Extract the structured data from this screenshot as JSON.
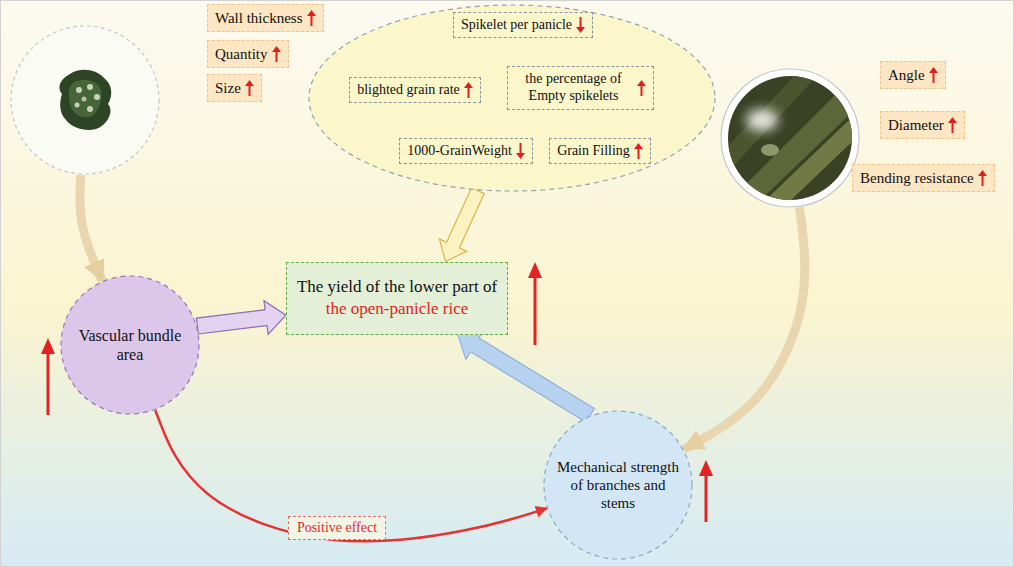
{
  "diagram": {
    "nodes": [
      {
        "text": []
      },
      {
        "text": [
          "Spikelet per panicle"
        ],
        "in": 0
      },
      {
        "text": [
          "blighted grain rate"
        ],
        "in": 0
      },
      {
        "text": [
          "the percentage of Empty spikelets"
        ],
        "in": 0
      },
      {
        "text": [
          "1000-GrainWeight"
        ],
        "in": 0
      },
      {
        "text": [
          "Grain Filling"
        ],
        "in": 0
      },
      {
        "text": []
      },
      {
        "text": [
          "Wall thickness"
        ]
      },
      {
        "text": [
          "Quantity"
        ]
      },
      {
        "text": [
          "Size"
        ]
      },
      {
        "text": [
          "The yield of the lower part of",
          "the open-panicle rice"
        ]
      },
      {
        "text": []
      },
      {
        "text": [
          "Angle"
        ]
      },
      {
        "text": [
          "Diameter"
        ]
      },
      {
        "text": [
          "Bending resistance"
        ]
      },
      {
        "text": [
          "Vascular bundle area"
        ]
      },
      {
        "text": [
          "Mechanical strength of branches and stems"
        ]
      }
    ],
    "edges": [
      {
        "from": 0,
        "to": 10,
        "arrow": "to"
      },
      {
        "from": 6,
        "to": 15,
        "arrow": "to"
      },
      {
        "from": 15,
        "to": 10,
        "arrow": "to"
      },
      {
        "from": 11,
        "to": 16,
        "arrow": "to"
      },
      {
        "from": 16,
        "to": 10,
        "arrow": "to"
      },
      {
        "from": 15,
        "to": 16,
        "arrow": "to",
        "label": "Positive effect"
      }
    ]
  }
}
